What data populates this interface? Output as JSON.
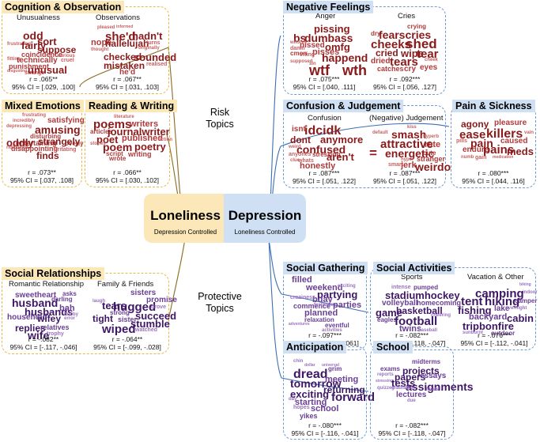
{
  "center": {
    "loneliness": "Loneliness",
    "loneliness_sub": "Depression Controlled",
    "depression": "Depression",
    "depression_sub": "Loneliness Controlled"
  },
  "labels": {
    "risk": "Risk\nTopics",
    "protective": "Protective\nTopics"
  },
  "colors": {
    "orange_border": "#e9b84a",
    "orange_fill": "#fbe7b8",
    "blue_border": "#6f9bd3",
    "blue_fill": "#cfe0f4",
    "risk_word": "#8a1a1a",
    "protective_word": "#3e1766"
  },
  "cognition": {
    "title": "Cognition & Observation",
    "a": {
      "sub": "Unusualness",
      "r": "r = .065**",
      "ci": "95% CI = [.029, .100]"
    },
    "b": {
      "sub": "Observations",
      "r": "r = .067**",
      "ci": "95% CI = [.031, .103]"
    }
  },
  "mixed": {
    "title": "Mixed Emotions",
    "r": "r = .073**",
    "ci": "95% CI = [.037, .108]"
  },
  "reading": {
    "title": "Reading & Writing",
    "r": "r = .066**",
    "ci": "95% CI = [.030, .102]"
  },
  "social_rel": {
    "title": "Social Relationships",
    "a": {
      "sub": "Romantic Relationship",
      "r": "r = -.082**",
      "ci": "95% CI = [-.117, -.046]"
    },
    "b": {
      "sub": "Family & Friends",
      "r": "r = -.064**",
      "ci": "95% CI = [-.099, -.028]"
    }
  },
  "negative": {
    "title": "Negative Feelings",
    "a": {
      "sub": "Anger",
      "r": "r = .075***",
      "ci": "95% CI = [.040, .111]"
    },
    "b": {
      "sub": "Cries",
      "r": "r = .092***",
      "ci": "95% CI = [.056, .127]"
    }
  },
  "confusion": {
    "title": "Confusion & Judgement",
    "a": {
      "sub": "Confusion",
      "r": "r = .087***",
      "ci": "95% CI = [.051, .122]"
    },
    "b": {
      "sub": "(Negative) Judgement",
      "r": "r = .087***",
      "ci": "95% CI = [.051, .122]"
    }
  },
  "pain": {
    "title": "Pain & Sickness",
    "r": "r = .080***",
    "ci": "95% CI = [.044, .116]"
  },
  "gathering": {
    "title": "Social Gathering",
    "r": "r = -.097***",
    "ci": "95% CI = [-.132, -.061]"
  },
  "activities": {
    "title": "Social Activities",
    "a": {
      "sub": "Sports",
      "r": "r = -.082***",
      "ci": "95% CI = [-.118, -.047]"
    },
    "b": {
      "sub": "Vacation & Other",
      "r": "r = -.076***",
      "ci": "95% CI = [-.112, -.041]"
    }
  },
  "anticipation": {
    "title": "Anticipation",
    "r": "r = -.080***",
    "ci": "95% CI = [-.116, -.041]"
  },
  "school": {
    "title": "School",
    "r": "r = -.082***",
    "ci": "95% CI = [-.118, -.047]"
  },
  "clouds": {
    "unusual": [
      [
        "odd",
        14,
        22,
        10
      ],
      [
        "sort",
        13,
        40,
        20
      ],
      [
        "frustrating",
        6,
        2,
        28
      ],
      [
        "fairly",
        13,
        20,
        26
      ],
      [
        "suppose",
        12,
        40,
        33
      ],
      [
        "coincidence",
        9,
        20,
        42
      ],
      [
        "curious",
        6,
        66,
        46
      ],
      [
        "fitting",
        6,
        2,
        50
      ],
      [
        "technically",
        10,
        14,
        50
      ],
      [
        "cruel",
        7,
        70,
        52
      ],
      [
        "punishment",
        9,
        4,
        60
      ],
      [
        "strange",
        7,
        24,
        71
      ],
      [
        "unusual",
        13,
        28,
        62
      ],
      [
        "disgusting",
        5,
        2,
        69
      ]
    ],
    "observe": [
      [
        "pleased",
        6,
        10,
        4
      ],
      [
        "informed",
        5,
        34,
        4
      ],
      [
        "she'd",
        15,
        20,
        12
      ],
      [
        "hadn't",
        13,
        54,
        12
      ],
      [
        "nope",
        11,
        2,
        24
      ],
      [
        "hallelujah",
        12,
        20,
        24
      ],
      [
        "turns",
        7,
        72,
        26
      ],
      [
        "thought",
        6,
        2,
        36
      ],
      [
        "originally",
        6,
        62,
        34
      ],
      [
        "checked",
        12,
        18,
        44
      ],
      [
        "sounded",
        13,
        56,
        44
      ],
      [
        "mistaken",
        12,
        18,
        56
      ],
      [
        "realised",
        7,
        72,
        58
      ],
      [
        "he'd",
        10,
        38,
        68
      ]
    ],
    "mixed": [
      [
        "frustrating",
        6,
        22,
        0
      ],
      [
        "incredibly",
        6,
        10,
        8
      ],
      [
        "satisfying",
        10,
        54,
        6
      ],
      [
        "depressing",
        6,
        2,
        17
      ],
      [
        "amusing",
        14,
        38,
        16
      ],
      [
        "disturbing",
        8,
        32,
        30
      ],
      [
        "entertaining",
        9,
        14,
        40
      ],
      [
        "overly",
        8,
        76,
        41
      ],
      [
        "oddly",
        13,
        2,
        36
      ],
      [
        "strangely",
        12,
        42,
        35
      ],
      [
        "ridiculous",
        6,
        2,
        48
      ],
      [
        "disappointing",
        9,
        8,
        48
      ],
      [
        "irritating",
        7,
        62,
        50
      ],
      [
        "finds",
        12,
        40,
        56
      ]
    ],
    "reading": [
      [
        "literature",
        6,
        30,
        2
      ],
      [
        "poems",
        15,
        4,
        8
      ],
      [
        "writers",
        11,
        50,
        10
      ],
      [
        "articles",
        8,
        0,
        24
      ],
      [
        "journalwriter",
        13,
        22,
        20
      ],
      [
        "poet",
        13,
        8,
        32
      ],
      [
        "stories",
        6,
        0,
        42
      ],
      [
        "published",
        11,
        40,
        32
      ],
      [
        "fiction",
        6,
        86,
        36
      ],
      [
        "poem",
        14,
        16,
        42
      ],
      [
        "poetry",
        13,
        56,
        42
      ],
      [
        "script",
        8,
        20,
        56
      ],
      [
        "writing",
        9,
        48,
        56
      ],
      [
        "wrote",
        8,
        24,
        64
      ]
    ],
    "romantic": [
      [
        "sweetheart",
        10,
        10,
        4
      ],
      [
        "asks",
        8,
        70,
        2
      ],
      [
        "husband",
        14,
        6,
        12
      ],
      [
        "darling",
        8,
        56,
        10
      ],
      [
        "husbands",
        13,
        22,
        26
      ],
      [
        "bah",
        11,
        66,
        22
      ],
      [
        "hubby",
        6,
        72,
        34
      ],
      [
        "household",
        10,
        0,
        36
      ],
      [
        "wifey",
        12,
        38,
        36
      ],
      [
        "error",
        6,
        72,
        40
      ],
      [
        "replies",
        12,
        10,
        50
      ],
      [
        "relatives",
        9,
        42,
        52
      ],
      [
        "trophy",
        7,
        50,
        62
      ],
      [
        "wife",
        14,
        26,
        60
      ]
    ],
    "family": [
      [
        "sisters",
        10,
        50,
        0
      ],
      [
        "promise",
        10,
        70,
        10
      ],
      [
        "laugh",
        6,
        2,
        14
      ],
      [
        "tears",
        13,
        14,
        16
      ],
      [
        "hugged",
        15,
        28,
        18
      ],
      [
        "drove",
        7,
        76,
        22
      ],
      [
        "strong",
        8,
        24,
        30
      ],
      [
        "tight",
        12,
        2,
        36
      ],
      [
        "succeed",
        13,
        56,
        32
      ],
      [
        "sister",
        9,
        34,
        40
      ],
      [
        "stumble",
        13,
        50,
        44
      ],
      [
        "wiped",
        15,
        14,
        50
      ],
      [
        "watched",
        7,
        56,
        56
      ]
    ],
    "anger": [
      [
        "pissing",
        13,
        32,
        4
      ],
      [
        "bs",
        14,
        6,
        16
      ],
      [
        "dumbass",
        14,
        20,
        16
      ],
      [
        "whores",
        6,
        2,
        28
      ],
      [
        "pissed",
        10,
        14,
        30
      ],
      [
        "omfg",
        13,
        46,
        30
      ],
      [
        "damn",
        7,
        2,
        36
      ],
      [
        "pisses",
        11,
        30,
        40
      ],
      [
        "cmon",
        8,
        2,
        44
      ],
      [
        "effing",
        7,
        14,
        46
      ],
      [
        "happend",
        14,
        42,
        46
      ],
      [
        "supposed",
        6,
        2,
        56
      ],
      [
        "sin",
        6,
        26,
        60
      ],
      [
        "wtf",
        18,
        26,
        62
      ],
      [
        "wth",
        18,
        68,
        62
      ]
    ],
    "cries": [
      [
        "crying",
        8,
        50,
        4
      ],
      [
        "dry",
        8,
        4,
        14
      ],
      [
        "fearscries",
        14,
        14,
        12
      ],
      [
        "cheeks",
        15,
        4,
        26
      ],
      [
        "shed",
        17,
        48,
        24
      ],
      [
        "cried",
        12,
        10,
        40
      ],
      [
        "wipe",
        13,
        42,
        40
      ],
      [
        "tear",
        15,
        62,
        40
      ],
      [
        "dried",
        10,
        4,
        54
      ],
      [
        "tears",
        15,
        28,
        52
      ],
      [
        "cheek",
        6,
        72,
        54
      ],
      [
        "catches",
        9,
        12,
        66
      ],
      [
        "cry",
        10,
        46,
        66
      ],
      [
        "eyes",
        10,
        66,
        64
      ]
    ],
    "confusion": [
      [
        "isnt",
        10,
        4,
        4
      ],
      [
        "idcidk",
        16,
        20,
        2
      ],
      [
        "dont",
        12,
        2,
        18
      ],
      [
        "anymore",
        13,
        40,
        16
      ],
      [
        "confused",
        14,
        10,
        30
      ],
      [
        "weird",
        6,
        0,
        32
      ],
      [
        "anyones",
        7,
        0,
        42
      ],
      [
        "stressing",
        8,
        30,
        42
      ],
      [
        "aren't",
        13,
        48,
        42
      ],
      [
        "clue",
        6,
        2,
        52
      ],
      [
        "whats",
        7,
        12,
        52
      ],
      [
        "honestly",
        11,
        14,
        58
      ]
    ],
    "judgement": [
      [
        "kiss",
        6,
        50,
        2
      ],
      [
        "default",
        6,
        6,
        10
      ],
      [
        "smash",
        14,
        30,
        8
      ],
      [
        "hyperb",
        6,
        70,
        16
      ],
      [
        "attractive",
        15,
        16,
        22
      ],
      [
        "rate",
        11,
        72,
        26
      ],
      [
        "energetic",
        14,
        22,
        36
      ],
      [
        "cute",
        8,
        70,
        40
      ],
      [
        "=",
        17,
        2,
        34
      ],
      [
        "stranger",
        9,
        62,
        48
      ],
      [
        "hyper",
        6,
        42,
        50
      ],
      [
        "smart",
        7,
        26,
        58
      ],
      [
        "jerk",
        11,
        42,
        56
      ],
      [
        "weirdo",
        14,
        60,
        56
      ]
    ],
    "pain": [
      [
        "agony",
        12,
        6,
        4
      ],
      [
        "pleasure",
        10,
        48,
        4
      ],
      [
        "ease",
        15,
        4,
        18
      ],
      [
        "killers",
        16,
        38,
        16
      ],
      [
        "vain",
        6,
        86,
        20
      ],
      [
        "pills",
        7,
        0,
        32
      ],
      [
        "pain",
        14,
        18,
        30
      ],
      [
        "caused",
        10,
        56,
        30
      ],
      [
        "endure",
        10,
        8,
        44
      ],
      [
        "pains",
        15,
        34,
        40
      ],
      [
        "meds",
        13,
        64,
        44
      ],
      [
        "numb",
        6,
        6,
        56
      ],
      [
        "gain",
        7,
        24,
        56
      ],
      [
        "medication",
        5,
        46,
        58
      ]
    ],
    "gathering": [
      [
        "filled",
        11,
        4,
        2
      ],
      [
        "weekend",
        11,
        22,
        14
      ],
      [
        "exciting",
        6,
        62,
        14
      ],
      [
        "partying",
        13,
        36,
        22
      ],
      [
        "bday",
        11,
        30,
        32
      ],
      [
        "craziness",
        7,
        2,
        30
      ],
      [
        "commence",
        9,
        6,
        42
      ],
      [
        "festivities",
        6,
        32,
        42
      ],
      [
        "parties",
        11,
        56,
        40
      ],
      [
        "planned",
        11,
        20,
        52
      ],
      [
        "relaxation",
        8,
        20,
        64
      ],
      [
        "adventures",
        5,
        0,
        72
      ],
      [
        "eventful",
        8,
        46,
        72
      ],
      [
        "activities",
        6,
        42,
        80
      ]
    ],
    "sports": [
      [
        "intense",
        7,
        20,
        6
      ],
      [
        "pumped",
        8,
        48,
        6
      ],
      [
        "stadiumhockey",
        13,
        12,
        14
      ],
      [
        "volleyball",
        10,
        8,
        28
      ],
      [
        "homecoming",
        9,
        52,
        28
      ],
      [
        "game",
        13,
        0,
        40
      ],
      [
        "basketball",
        12,
        26,
        38
      ],
      [
        "cheering",
        6,
        70,
        48
      ],
      [
        "eagles",
        8,
        2,
        54
      ],
      [
        "football",
        15,
        24,
        52
      ],
      [
        "twins",
        11,
        30,
        66
      ],
      [
        "baseball",
        6,
        54,
        70
      ]
    ],
    "vacation": [
      [
        "biking",
        5,
        80,
        4
      ],
      [
        "camping",
        15,
        24,
        10
      ],
      [
        "indoor",
        6,
        84,
        14
      ],
      [
        "tent",
        15,
        6,
        22
      ],
      [
        "hiking",
        15,
        36,
        22
      ],
      [
        "camper",
        8,
        74,
        26
      ],
      [
        "fishing",
        13,
        2,
        36
      ],
      [
        "lake",
        10,
        48,
        36
      ],
      [
        "overnight",
        6,
        62,
        38
      ],
      [
        "backyard",
        11,
        16,
        48
      ],
      [
        "cabin",
        13,
        64,
        48
      ],
      [
        "tripbonfire",
        13,
        8,
        60
      ],
      [
        "sunburnt",
        6,
        8,
        74
      ],
      [
        "outdoor",
        8,
        44,
        74
      ]
    ],
    "anticipation": [
      [
        "chin",
        6,
        6,
        4
      ],
      [
        "dollar",
        5,
        20,
        10
      ],
      [
        "universal",
        5,
        42,
        10
      ],
      [
        "dread",
        16,
        6,
        18
      ],
      [
        "grim",
        8,
        50,
        14
      ],
      [
        "meeting",
        11,
        46,
        28
      ],
      [
        "tomorrow",
        14,
        2,
        32
      ],
      [
        "returning",
        12,
        44,
        42
      ],
      [
        "exciting",
        13,
        2,
        48
      ],
      [
        "forward",
        15,
        54,
        52
      ],
      [
        "day",
        6,
        0,
        60
      ],
      [
        "starting",
        11,
        8,
        62
      ],
      [
        "hopes",
        7,
        6,
        72
      ],
      [
        "school",
        11,
        28,
        72
      ],
      [
        "yikes",
        9,
        14,
        84
      ]
    ],
    "school": [
      [
        "midterms",
        8,
        46,
        4
      ],
      [
        "exams",
        8,
        6,
        14
      ],
      [
        "projects",
        12,
        34,
        14
      ],
      [
        "reports",
        6,
        2,
        24
      ],
      [
        "papers",
        12,
        24,
        24
      ],
      [
        "essays",
        10,
        56,
        24
      ],
      [
        "stressing",
        5,
        0,
        34
      ],
      [
        "tests",
        13,
        20,
        32
      ],
      [
        "assignments",
        14,
        38,
        36
      ],
      [
        "quizzes",
        6,
        2,
        44
      ],
      [
        "gradfather",
        6,
        20,
        44
      ],
      [
        "finals",
        6,
        64,
        46
      ],
      [
        "lectures",
        10,
        26,
        52
      ],
      [
        "due",
        6,
        40,
        62
      ]
    ]
  }
}
